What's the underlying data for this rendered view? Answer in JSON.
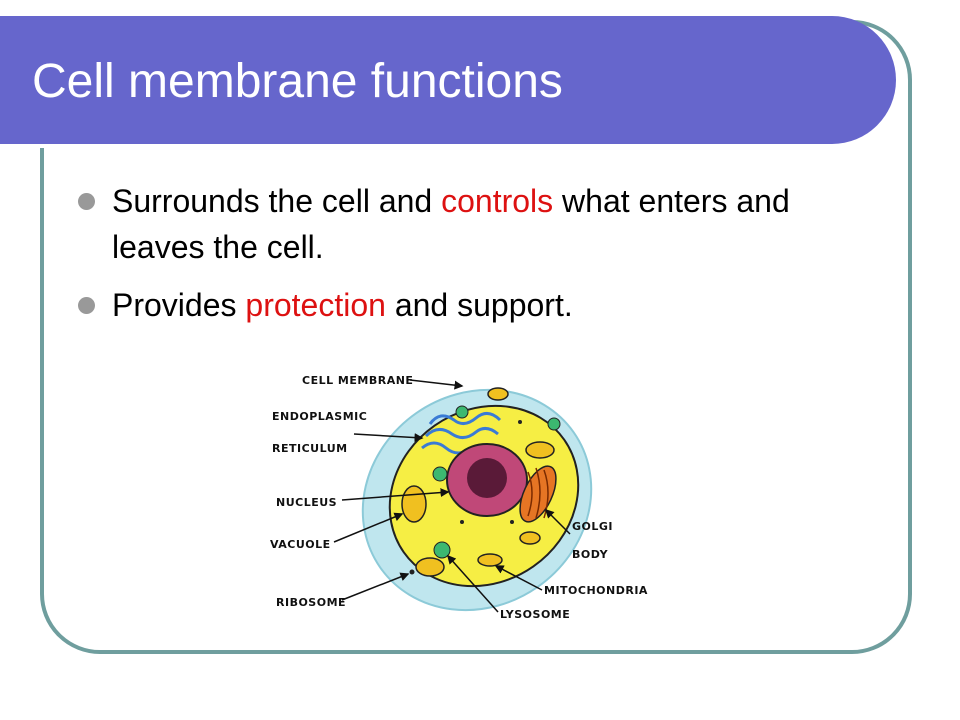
{
  "slide": {
    "title": "Cell membrane functions",
    "bullets": [
      {
        "before": "Surrounds the cell and ",
        "highlight": "controls",
        "after": " what enters and leaves the cell."
      },
      {
        "before": "Provides ",
        "highlight": "protection",
        "after": " and support."
      }
    ],
    "highlight_color": "#dd1111",
    "title_bar_color": "#6666cc",
    "frame_color": "#6f9e9e"
  },
  "diagram": {
    "labels": {
      "cell_membrane": "CELL MEMBRANE",
      "endoplasmic": "ENDOPLASMIC",
      "reticulum": "RETICULUM",
      "nucleus": "NUCLEUS",
      "vacuole": "VACUOLE",
      "ribosome": "RIBOSOME",
      "golgi": "GOLGI",
      "body": "BODY",
      "mitochondria": "MITOCHONDRIA",
      "lysosome": "LYSOSOME"
    }
  }
}
